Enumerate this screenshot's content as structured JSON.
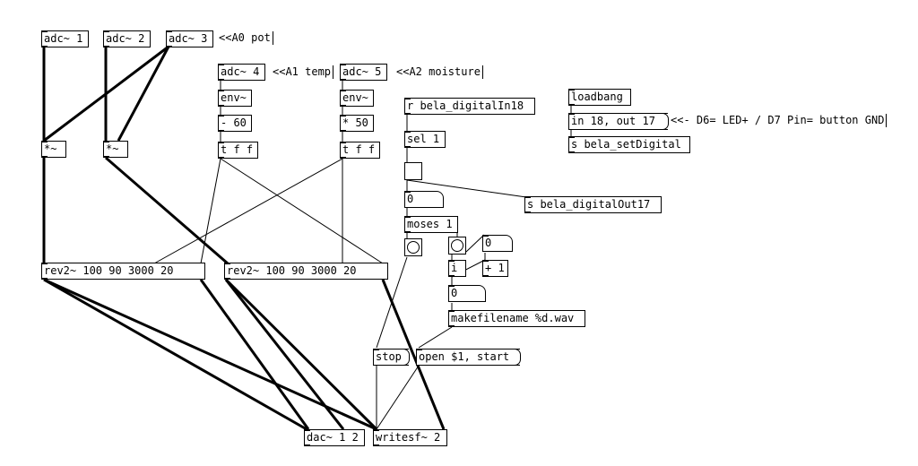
{
  "objects": {
    "adc1": "adc~ 1",
    "adc2": "adc~ 2",
    "adc3": "adc~ 3",
    "adc4": "adc~ 4",
    "adc5": "adc~ 5",
    "env4": "env~",
    "env5": "env~",
    "minus60": "- 60",
    "times50": "* 50",
    "tff1": "t f f",
    "tff2": "t f f",
    "mul1": "*~",
    "mul2": "*~",
    "rev1": "rev2~ 100 90 3000 20",
    "rev2": "rev2~ 100 90 3000 20",
    "rdigital": "r bela_digitalIn18",
    "sel": "sel 1",
    "sdigitalout": "s bela_digitalOut17",
    "moses": "moses 1",
    "ibox": "i",
    "plus1": "+ 1",
    "makefilename": "makefilename %d.wav",
    "loadbang": "loadbang",
    "inout": "in 18, out 17",
    "ssetdigital": "s bela_setDigital",
    "dac": "dac~ 1 2",
    "writesf": "writesf~ 2"
  },
  "messages": {
    "stop": "stop",
    "open": "open $1, start"
  },
  "atoms": {
    "num1": "0",
    "num2": "0",
    "num3": "0"
  },
  "comments": {
    "a0": "<<A0 pot",
    "a1": "<<A1 temp",
    "a2": "<<A2 moisture",
    "d6d7": "<<- D6= LED+ / D7 Pin= button GND"
  }
}
